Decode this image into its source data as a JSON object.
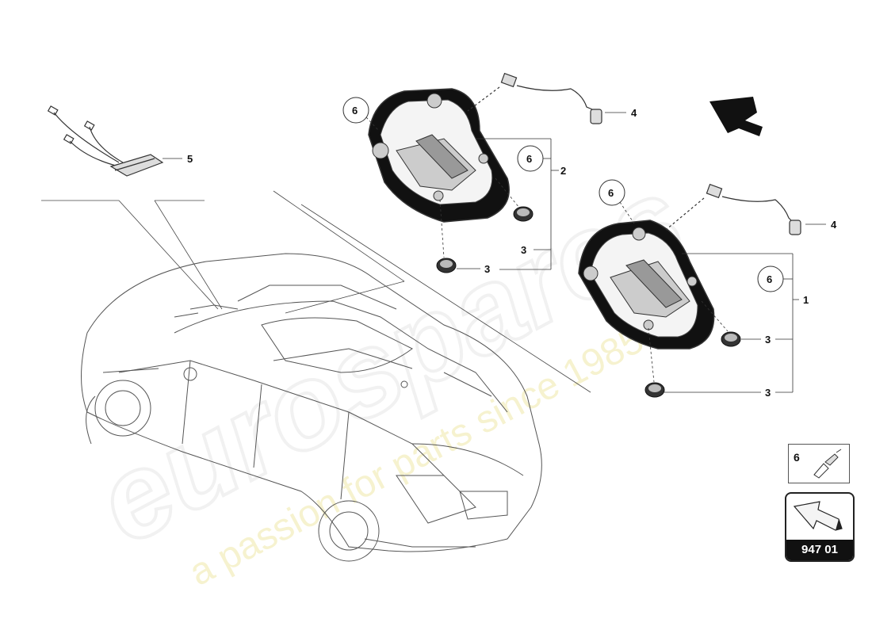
{
  "callouts": {
    "c1": "1",
    "c2": "2",
    "c3a": "3",
    "c3b": "3",
    "c3c": "3",
    "c3d": "3",
    "c4a": "4",
    "c4b": "4",
    "c5": "5",
    "c6a": "6",
    "c6b": "6",
    "c6c": "6",
    "c6d": "6"
  },
  "reference": {
    "part_six_label": "6",
    "page_code": "947 01"
  },
  "watermark": {
    "brand": "eurospares",
    "tagline": "a passion for parts since 1985"
  },
  "icons": {
    "direction": "arrow-icon",
    "tool": "screwdriver-icon"
  },
  "colors": {
    "line": "#333333",
    "dark_part": "#111111",
    "watermark": "#f3eec0"
  }
}
